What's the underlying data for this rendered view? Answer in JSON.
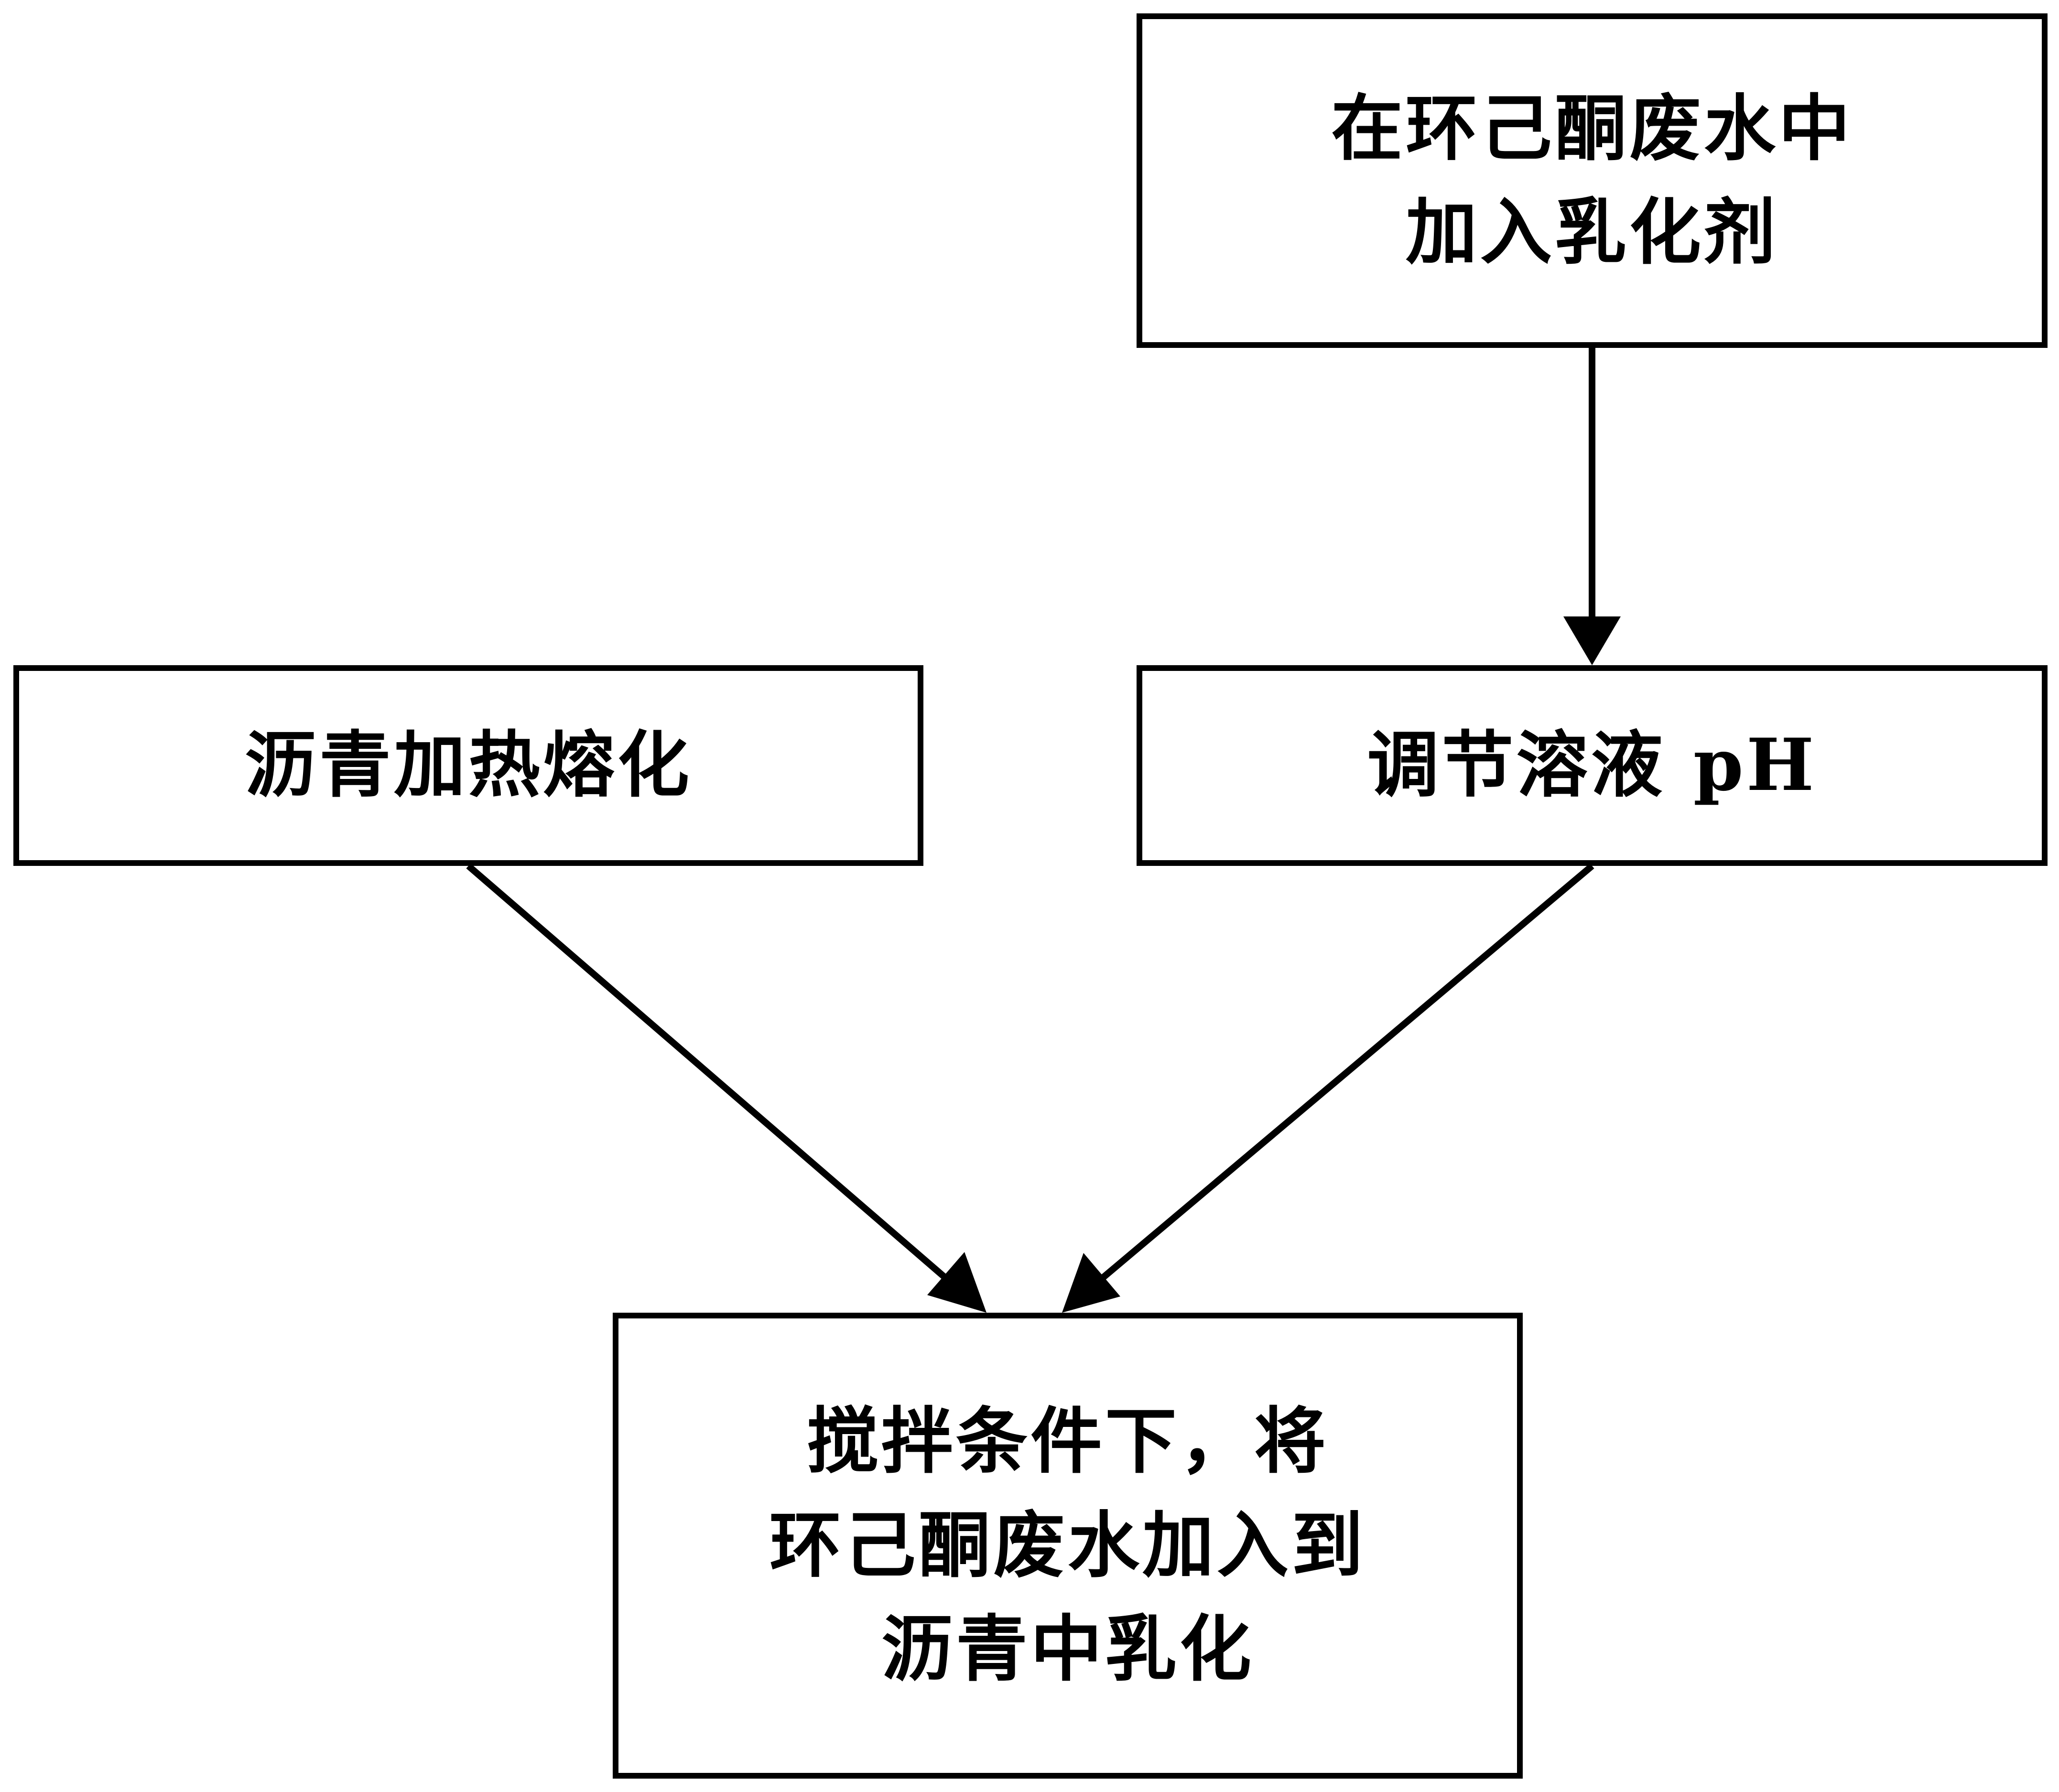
{
  "steps": {
    "top": [
      "在环己酮废水中",
      "加入乳化剂"
    ],
    "left": [
      "沥青加热熔化"
    ],
    "right": [
      "调节溶液 pH"
    ],
    "bottom": [
      "搅拌条件下，将",
      "环己酮废水加入到",
      "沥青中乳化"
    ]
  },
  "colors": {
    "line": "#000000",
    "background": "#ffffff"
  }
}
